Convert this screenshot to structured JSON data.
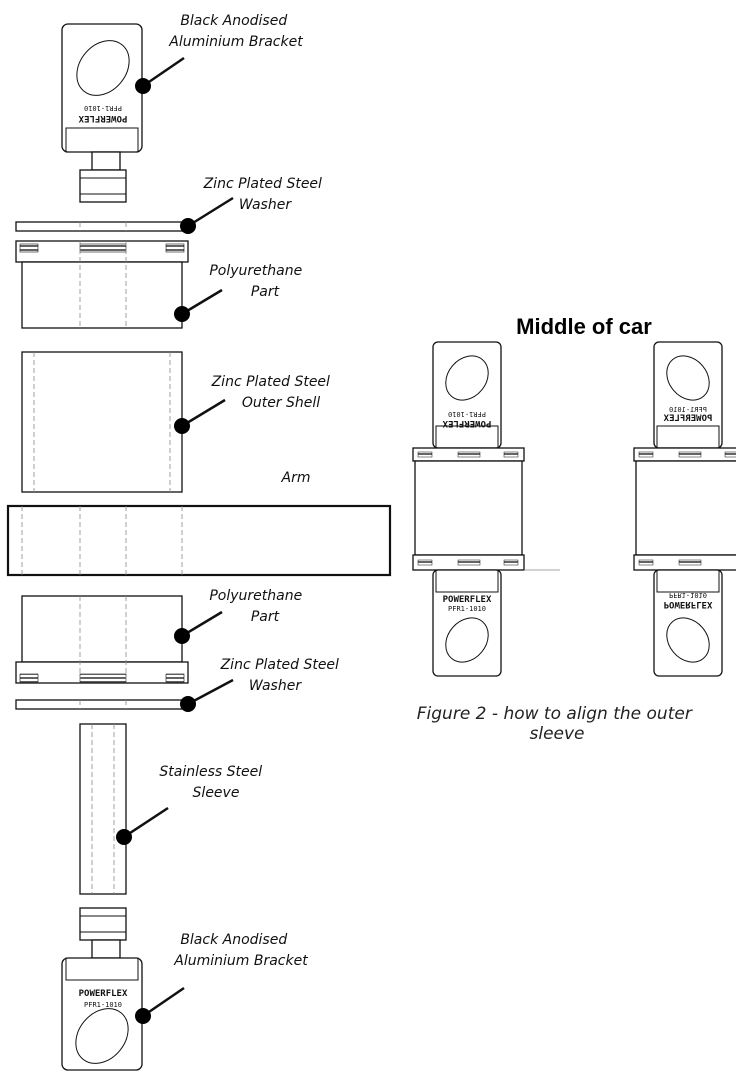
{
  "labels": {
    "bracket_top": [
      "Black Anodised",
      "Aluminium Bracket"
    ],
    "washer_top": [
      "Zinc Plated Steel",
      "Washer"
    ],
    "poly_top": [
      "Polyurethane",
      "Part"
    ],
    "outer_shell": [
      "Zinc Plated Steel",
      "Outer Shell"
    ],
    "arm": "Arm",
    "poly_bottom": [
      "Polyurethane",
      "Part"
    ],
    "washer_bottom": [
      "Zinc Plated Steel",
      "Washer"
    ],
    "sleeve": [
      "Stainless Steel",
      "Sleeve"
    ],
    "bracket_bottom": [
      "Black Anodised",
      "Aluminium Bracket"
    ]
  },
  "bracket_marking": {
    "brand": "POWERFLEX",
    "code": "PFR1-1010"
  },
  "figure2": {
    "title": "Middle of car",
    "caption": [
      "Figure 2 - how to align the outer",
      "sleeve"
    ]
  }
}
